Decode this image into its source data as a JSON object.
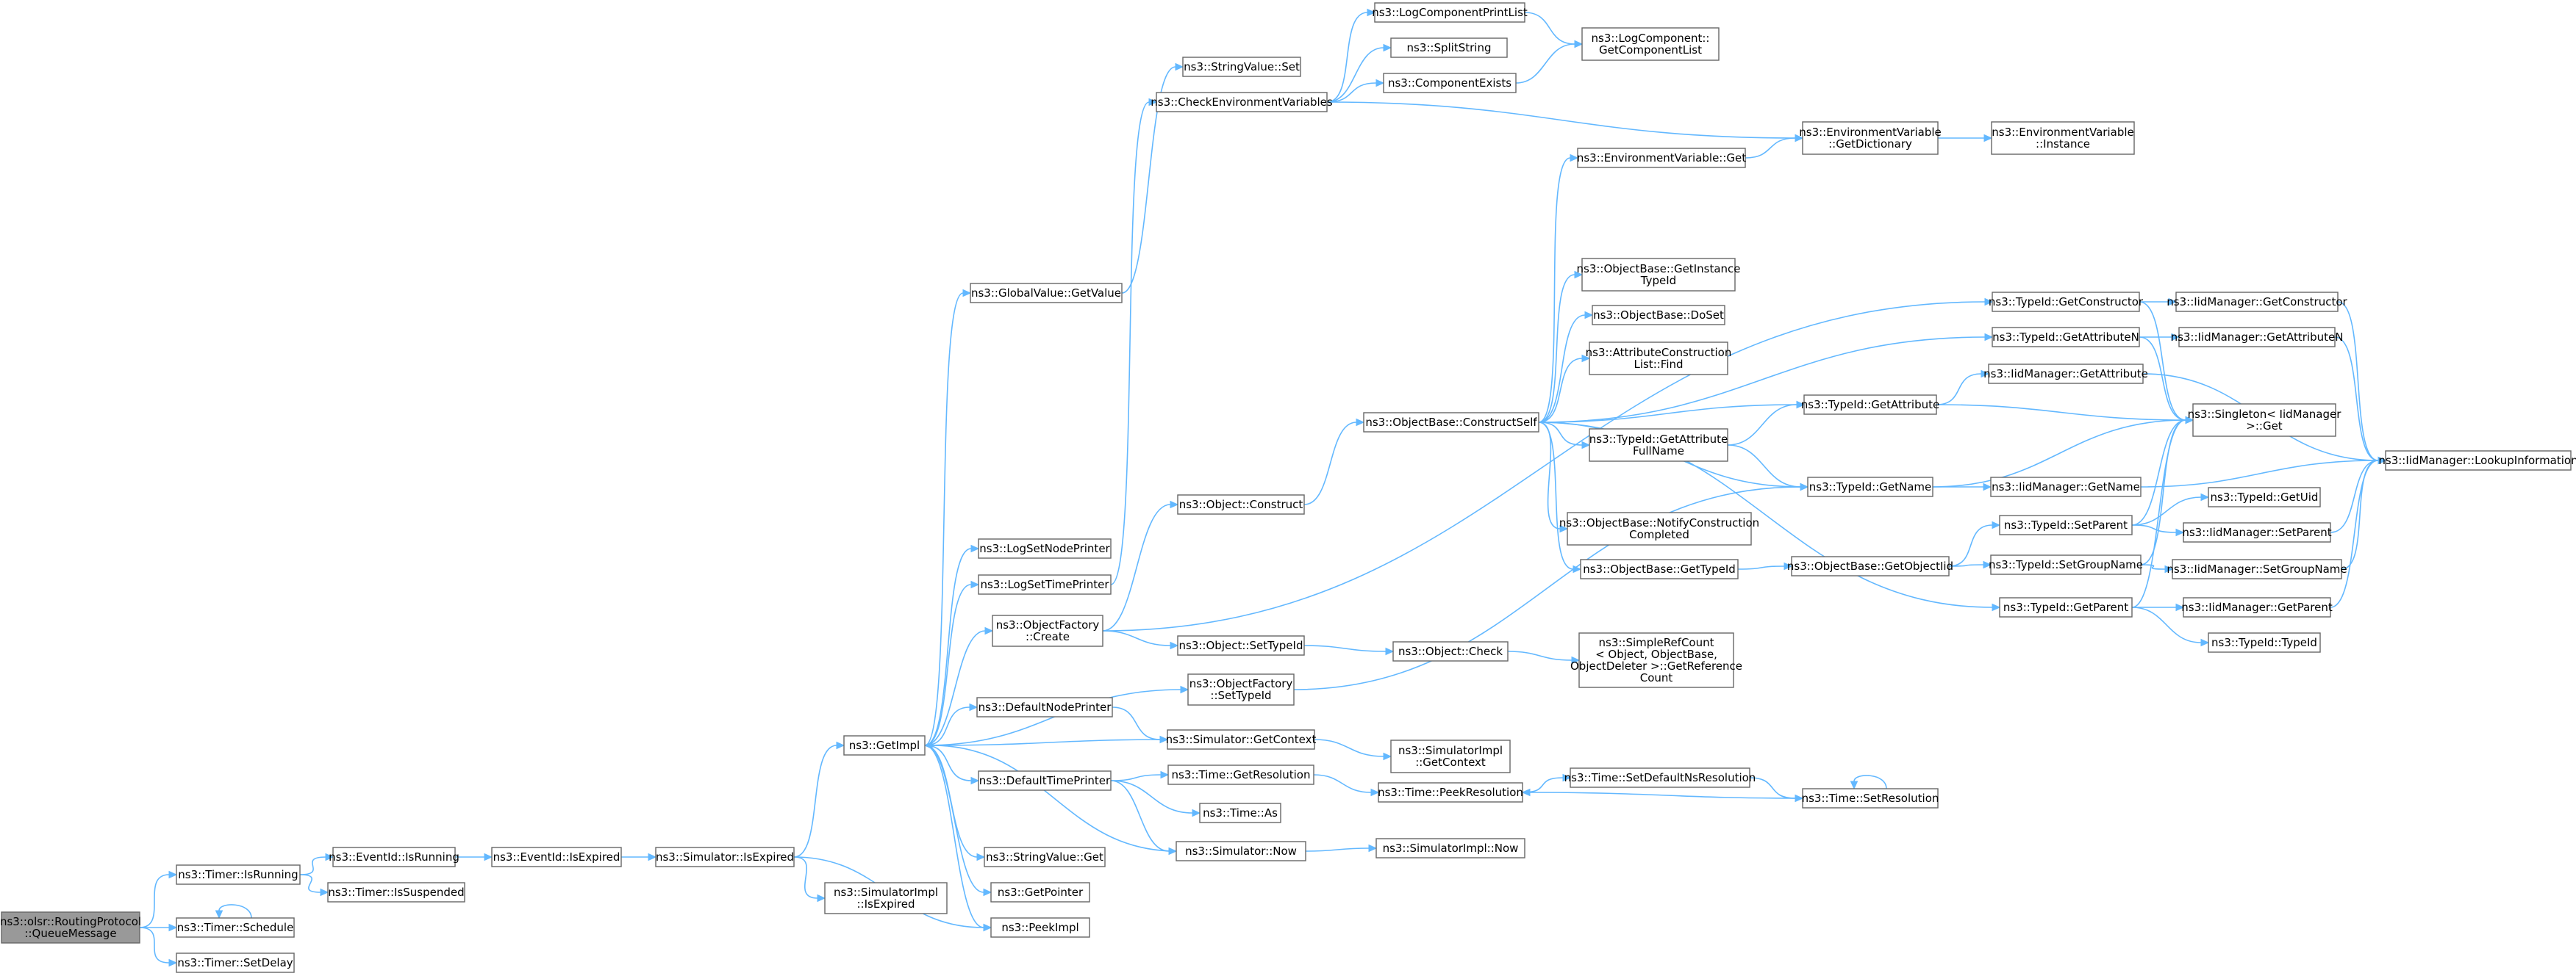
{
  "title": "",
  "colors": {
    "edge": "#63b8ff",
    "node_border": "#666666",
    "root_fill": "#999999",
    "node_fill": "#ffffff",
    "text": "#000000"
  },
  "nodes": [
    {
      "id": "root",
      "label": [
        "ns3::olsr::RoutingProtocol",
        "::QueueMessage"
      ],
      "root": true
    },
    {
      "id": "timer_isrunning",
      "label": [
        "ns3::Timer::IsRunning"
      ]
    },
    {
      "id": "timer_schedule",
      "label": [
        "ns3::Timer::Schedule"
      ]
    },
    {
      "id": "timer_setdelay",
      "label": [
        "ns3::Timer::SetDelay"
      ]
    },
    {
      "id": "eventid_isrunning",
      "label": [
        "ns3::EventId::IsRunning"
      ]
    },
    {
      "id": "timer_issuspended",
      "label": [
        "ns3::Timer::IsSuspended"
      ]
    },
    {
      "id": "eventid_isexpired",
      "label": [
        "ns3::EventId::IsExpired"
      ]
    },
    {
      "id": "sim_isexpired",
      "label": [
        "ns3::Simulator::IsExpired"
      ]
    },
    {
      "id": "getimpl",
      "label": [
        "ns3::GetImpl"
      ]
    },
    {
      "id": "simimpl_isexpired",
      "label": [
        "ns3::SimulatorImpl",
        "::IsExpired"
      ]
    },
    {
      "id": "peekimpl",
      "label": [
        "ns3::PeekImpl"
      ]
    },
    {
      "id": "globalvalue_getvalue",
      "label": [
        "ns3::GlobalValue::GetValue"
      ]
    },
    {
      "id": "logsetnodeprinter",
      "label": [
        "ns3::LogSetNodePrinter"
      ]
    },
    {
      "id": "logsettimeprinter",
      "label": [
        "ns3::LogSetTimePrinter"
      ]
    },
    {
      "id": "objectfactory_create",
      "label": [
        "ns3::ObjectFactory",
        "::Create"
      ]
    },
    {
      "id": "defaultnodeprinter",
      "label": [
        "ns3::DefaultNodePrinter"
      ]
    },
    {
      "id": "defaulttimeprinter",
      "label": [
        "ns3::DefaultTimePrinter"
      ]
    },
    {
      "id": "stringvalue_get",
      "label": [
        "ns3::StringValue::Get"
      ]
    },
    {
      "id": "getpointer",
      "label": [
        "ns3::GetPointer"
      ]
    },
    {
      "id": "stringvalue_set",
      "label": [
        "ns3::StringValue::Set"
      ]
    },
    {
      "id": "checkenv",
      "label": [
        "ns3::CheckEnvironmentVariables"
      ]
    },
    {
      "id": "object_construct",
      "label": [
        "ns3::Object::Construct"
      ]
    },
    {
      "id": "object_settypeid",
      "label": [
        "ns3::Object::SetTypeId"
      ]
    },
    {
      "id": "objectfactory_settypeid",
      "label": [
        "ns3::ObjectFactory",
        "::SetTypeId"
      ]
    },
    {
      "id": "sim_getcontext",
      "label": [
        "ns3::Simulator::GetContext"
      ]
    },
    {
      "id": "time_getresolution",
      "label": [
        "ns3::Time::GetResolution"
      ]
    },
    {
      "id": "time_as",
      "label": [
        "ns3::Time::As"
      ]
    },
    {
      "id": "sim_now",
      "label": [
        "ns3::Simulator::Now"
      ]
    },
    {
      "id": "logcompprintlist",
      "label": [
        "ns3::LogComponentPrintList"
      ]
    },
    {
      "id": "splitstring",
      "label": [
        "ns3::SplitString"
      ]
    },
    {
      "id": "componentexists",
      "label": [
        "ns3::ComponentExists"
      ]
    },
    {
      "id": "logcomp_getlist",
      "label": [
        "ns3::LogComponent::",
        "GetComponentList"
      ]
    },
    {
      "id": "envvar_get",
      "label": [
        "ns3::EnvironmentVariable::Get"
      ]
    },
    {
      "id": "envvar_getdict",
      "label": [
        "ns3::EnvironmentVariable",
        "::GetDictionary"
      ]
    },
    {
      "id": "envvar_instance",
      "label": [
        "ns3::EnvironmentVariable",
        "::Instance"
      ]
    },
    {
      "id": "ob_constructself",
      "label": [
        "ns3::ObjectBase::ConstructSelf"
      ]
    },
    {
      "id": "object_check",
      "label": [
        "ns3::Object::Check"
      ]
    },
    {
      "id": "simplerefcount",
      "label": [
        "ns3::SimpleRefCount",
        "< Object, ObjectBase,",
        "ObjectDeleter >::GetReference",
        "Count"
      ]
    },
    {
      "id": "simimpl_getcontext",
      "label": [
        "ns3::SimulatorImpl",
        "::GetContext"
      ]
    },
    {
      "id": "time_peekresolution",
      "label": [
        "ns3::Time::PeekResolution"
      ]
    },
    {
      "id": "simimpl_now",
      "label": [
        "ns3::SimulatorImpl::Now"
      ]
    },
    {
      "id": "ob_getinstancetypeid",
      "label": [
        "ns3::ObjectBase::GetInstance",
        "TypeId"
      ]
    },
    {
      "id": "ob_doset",
      "label": [
        "ns3::ObjectBase::DoSet"
      ]
    },
    {
      "id": "attrconstructlist_find",
      "label": [
        "ns3::AttributeConstruction",
        "List::Find"
      ]
    },
    {
      "id": "typeid_getattrfullname",
      "label": [
        "ns3::TypeId::GetAttribute",
        "FullName"
      ]
    },
    {
      "id": "ob_notifyconstruction",
      "label": [
        "ns3::ObjectBase::NotifyConstruction",
        "Completed"
      ]
    },
    {
      "id": "ob_gettypeid",
      "label": [
        "ns3::ObjectBase::GetTypeId"
      ]
    },
    {
      "id": "time_setdefaultns",
      "label": [
        "ns3::Time::SetDefaultNsResolution"
      ]
    },
    {
      "id": "typeid_getattribute",
      "label": [
        "ns3::TypeId::GetAttribute"
      ]
    },
    {
      "id": "typeid_getname",
      "label": [
        "ns3::TypeId::GetName"
      ]
    },
    {
      "id": "ob_getobjectiid",
      "label": [
        "ns3::ObjectBase::GetObjectIid"
      ]
    },
    {
      "id": "time_setresolution",
      "label": [
        "ns3::Time::SetResolution"
      ]
    },
    {
      "id": "typeid_getconstructor",
      "label": [
        "ns3::TypeId::GetConstructor"
      ]
    },
    {
      "id": "typeid_getattributen",
      "label": [
        "ns3::TypeId::GetAttributeN"
      ]
    },
    {
      "id": "iid_getattribute",
      "label": [
        "ns3::IidManager::GetAttribute"
      ]
    },
    {
      "id": "iid_getname",
      "label": [
        "ns3::IidManager::GetName"
      ]
    },
    {
      "id": "typeid_setparent",
      "label": [
        "ns3::TypeId::SetParent"
      ]
    },
    {
      "id": "typeid_setgroupname",
      "label": [
        "ns3::TypeId::SetGroupName"
      ]
    },
    {
      "id": "typeid_getparent",
      "label": [
        "ns3::TypeId::GetParent"
      ]
    },
    {
      "id": "iid_getconstructor",
      "label": [
        "ns3::IidManager::GetConstructor"
      ]
    },
    {
      "id": "iid_getattributen",
      "label": [
        "ns3::IidManager::GetAttributeN"
      ]
    },
    {
      "id": "singleton_get",
      "label": [
        "ns3::Singleton< IidManager",
        ">::Get"
      ]
    },
    {
      "id": "typeid_getuid",
      "label": [
        "ns3::TypeId::GetUid"
      ]
    },
    {
      "id": "iid_setparent",
      "label": [
        "ns3::IidManager::SetParent"
      ]
    },
    {
      "id": "iid_setgroupname",
      "label": [
        "ns3::IidManager::SetGroupName"
      ]
    },
    {
      "id": "iid_getparent",
      "label": [
        "ns3::IidManager::GetParent"
      ]
    },
    {
      "id": "typeid_typeid",
      "label": [
        "ns3::TypeId::TypeId"
      ]
    },
    {
      "id": "iid_lookupinfo",
      "label": [
        "ns3::IidManager::LookupInformation"
      ]
    }
  ],
  "edges": [
    [
      "root",
      "timer_isrunning"
    ],
    [
      "root",
      "timer_schedule"
    ],
    [
      "root",
      "timer_setdelay"
    ],
    [
      "timer_isrunning",
      "eventid_isrunning"
    ],
    [
      "timer_isrunning",
      "timer_issuspended"
    ],
    [
      "timer_schedule",
      "timer_schedule"
    ],
    [
      "eventid_isrunning",
      "eventid_isexpired"
    ],
    [
      "eventid_isexpired",
      "sim_isexpired"
    ],
    [
      "sim_isexpired",
      "getimpl"
    ],
    [
      "sim_isexpired",
      "simimpl_isexpired"
    ],
    [
      "sim_isexpired",
      "peekimpl"
    ],
    [
      "getimpl",
      "globalvalue_getvalue"
    ],
    [
      "getimpl",
      "logsetnodeprinter"
    ],
    [
      "getimpl",
      "logsettimeprinter"
    ],
    [
      "getimpl",
      "objectfactory_create"
    ],
    [
      "getimpl",
      "objectfactory_settypeid"
    ],
    [
      "getimpl",
      "defaultnodeprinter"
    ],
    [
      "getimpl",
      "defaulttimeprinter"
    ],
    [
      "getimpl",
      "stringvalue_get"
    ],
    [
      "getimpl",
      "getpointer"
    ],
    [
      "getimpl",
      "peekimpl"
    ],
    [
      "globalvalue_getvalue",
      "stringvalue_set"
    ],
    [
      "logsettimeprinter",
      "checkenv"
    ],
    [
      "objectfactory_create",
      "object_construct"
    ],
    [
      "objectfactory_create",
      "object_settypeid"
    ],
    [
      "objectfactory_create",
      "typeid_getconstructor"
    ],
    [
      "objectfactory_settypeid",
      "typeid_getname"
    ],
    [
      "sim_getcontext",
      "getimpl"
    ],
    [
      "sim_getcontext",
      "simimpl_getcontext"
    ],
    [
      "defaultnodeprinter",
      "sim_getcontext"
    ],
    [
      "defaulttimeprinter",
      "time_getresolution"
    ],
    [
      "defaulttimeprinter",
      "time_as"
    ],
    [
      "defaulttimeprinter",
      "sim_now"
    ],
    [
      "sim_now",
      "getimpl"
    ],
    [
      "sim_now",
      "simimpl_now"
    ],
    [
      "checkenv",
      "logcompprintlist"
    ],
    [
      "checkenv",
      "splitstring"
    ],
    [
      "checkenv",
      "componentexists"
    ],
    [
      "checkenv",
      "envvar_getdict"
    ],
    [
      "logcompprintlist",
      "logcomp_getlist"
    ],
    [
      "componentexists",
      "logcomp_getlist"
    ],
    [
      "envvar_get",
      "envvar_getdict"
    ],
    [
      "envvar_getdict",
      "envvar_instance"
    ],
    [
      "object_construct",
      "ob_constructself"
    ],
    [
      "object_settypeid",
      "object_check"
    ],
    [
      "object_check",
      "simplerefcount"
    ],
    [
      "time_getresolution",
      "time_peekresolution"
    ],
    [
      "time_peekresolution",
      "time_setdefaultns"
    ],
    [
      "time_setdefaultns",
      "time_setresolution"
    ],
    [
      "time_setresolution",
      "time_peekresolution"
    ],
    [
      "time_setresolution",
      "time_setresolution"
    ],
    [
      "ob_constructself",
      "envvar_get"
    ],
    [
      "ob_constructself",
      "ob_getinstancetypeid"
    ],
    [
      "ob_constructself",
      "ob_doset"
    ],
    [
      "ob_constructself",
      "attrconstructlist_find"
    ],
    [
      "ob_constructself",
      "typeid_getattribute"
    ],
    [
      "ob_constructself",
      "typeid_getattrfullname"
    ],
    [
      "ob_constructself",
      "typeid_getname"
    ],
    [
      "ob_constructself",
      "ob_notifyconstruction"
    ],
    [
      "ob_constructself",
      "ob_gettypeid"
    ],
    [
      "ob_constructself",
      "typeid_getattributen"
    ],
    [
      "ob_constructself",
      "typeid_getparent"
    ],
    [
      "typeid_getattrfullname",
      "typeid_getattribute"
    ],
    [
      "typeid_getattrfullname",
      "typeid_getname"
    ],
    [
      "ob_gettypeid",
      "ob_getobjectiid"
    ],
    [
      "ob_getobjectiid",
      "typeid_setparent"
    ],
    [
      "ob_getobjectiid",
      "typeid_setgroupname"
    ],
    [
      "typeid_getattribute",
      "iid_getattribute"
    ],
    [
      "typeid_getattribute",
      "singleton_get"
    ],
    [
      "typeid_getname",
      "iid_getname"
    ],
    [
      "typeid_getname",
      "singleton_get"
    ],
    [
      "typeid_getconstructor",
      "iid_getconstructor"
    ],
    [
      "typeid_getconstructor",
      "singleton_get"
    ],
    [
      "typeid_getattributen",
      "iid_getattributen"
    ],
    [
      "typeid_getattributen",
      "singleton_get"
    ],
    [
      "typeid_setparent",
      "typeid_getuid"
    ],
    [
      "typeid_setparent",
      "iid_setparent"
    ],
    [
      "typeid_setparent",
      "singleton_get"
    ],
    [
      "typeid_setgroupname",
      "iid_setgroupname"
    ],
    [
      "typeid_setgroupname",
      "singleton_get"
    ],
    [
      "typeid_getparent",
      "iid_getparent"
    ],
    [
      "typeid_getparent",
      "typeid_typeid"
    ],
    [
      "typeid_getparent",
      "singleton_get"
    ],
    [
      "iid_getattribute",
      "iid_lookupinfo"
    ],
    [
      "iid_getname",
      "iid_lookupinfo"
    ],
    [
      "iid_getconstructor",
      "iid_lookupinfo"
    ],
    [
      "iid_getattributen",
      "iid_lookupinfo"
    ],
    [
      "iid_setparent",
      "iid_lookupinfo"
    ],
    [
      "iid_setgroupname",
      "iid_lookupinfo"
    ],
    [
      "iid_getparent",
      "iid_lookupinfo"
    ]
  ]
}
